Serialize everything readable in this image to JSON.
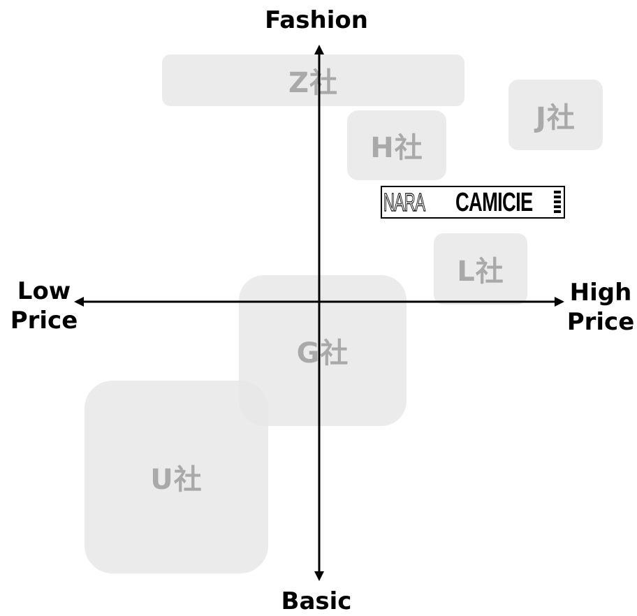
{
  "axes": {
    "top": "Fashion",
    "bottom": "Basic",
    "left": [
      "Low",
      "Price"
    ],
    "right": [
      "High",
      "Price"
    ]
  },
  "companies": {
    "z": "Z社",
    "j": "J社",
    "h": "H社",
    "l": "L社",
    "g": "G社",
    "u": "U社"
  },
  "logo": {
    "part1": "NARA",
    "part2": "CAMICIE"
  },
  "colors": {
    "box_fill": "#e8e8e8",
    "box_text": "#a9a9a9",
    "axis": "#000000"
  }
}
